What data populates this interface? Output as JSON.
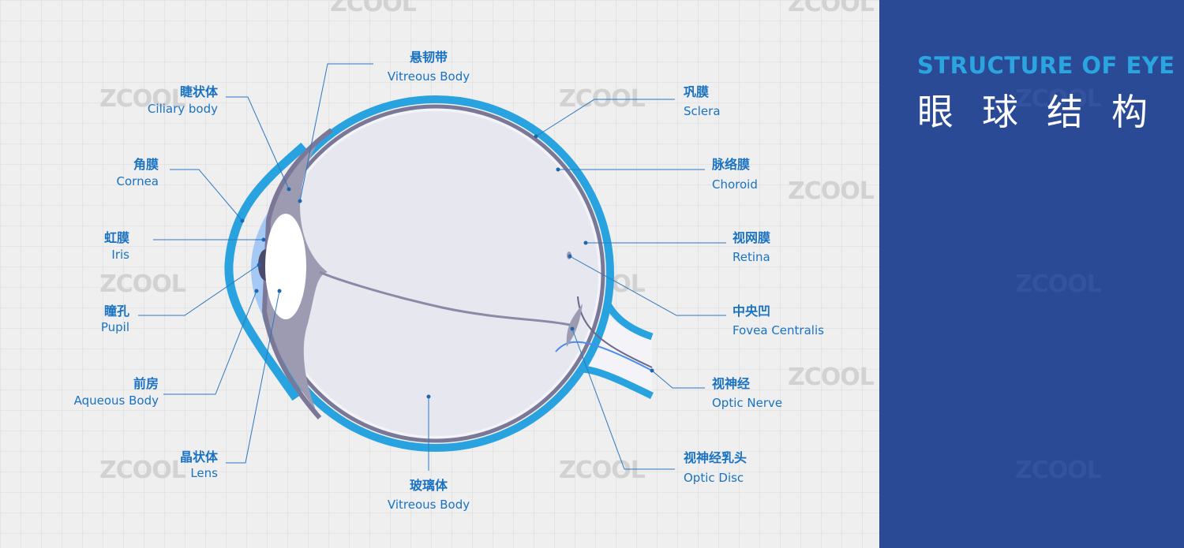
{
  "panel": {
    "title_en": "STRUCTURE OF EYE",
    "title_cn": "眼球结构"
  },
  "watermark": "ZCOOL",
  "labels": {
    "ciliary": {
      "cn": "睫状体",
      "en": "Ciliary body"
    },
    "cornea": {
      "cn": "角膜",
      "en": "Cornea"
    },
    "iris": {
      "cn": "虹膜",
      "en": "Iris"
    },
    "pupil": {
      "cn": "瞳孔",
      "en": "Pupil"
    },
    "aqueous": {
      "cn": "前房",
      "en": "Aqueous Body"
    },
    "lens": {
      "cn": "晶状体",
      "en": "Lens"
    },
    "zonule": {
      "cn": "悬韧带",
      "en": "Vitreous Body"
    },
    "vitreous": {
      "cn": "玻璃体",
      "en": "Vitreous Body"
    },
    "sclera": {
      "cn": "巩膜",
      "en": "Sclera"
    },
    "choroid": {
      "cn": "脉络膜",
      "en": "Choroid"
    },
    "retina": {
      "cn": "视网膜",
      "en": "Retina"
    },
    "fovea": {
      "cn": "中央凹",
      "en": "Fovea Centralis"
    },
    "optic_nerve": {
      "cn": "视神经",
      "en": "Optic Nerve"
    },
    "optic_disc": {
      "cn": "视神经乳头",
      "en": "Optic Disc"
    }
  },
  "colors": {
    "sclera": "#29a3e0",
    "choroid": "#7a7896",
    "vitreous": "#e6e7ef",
    "aqueous": "#a6c8f5",
    "ciliary": "#9c9bb2",
    "panel": "#2a4a96",
    "label": "#1a72c2"
  }
}
